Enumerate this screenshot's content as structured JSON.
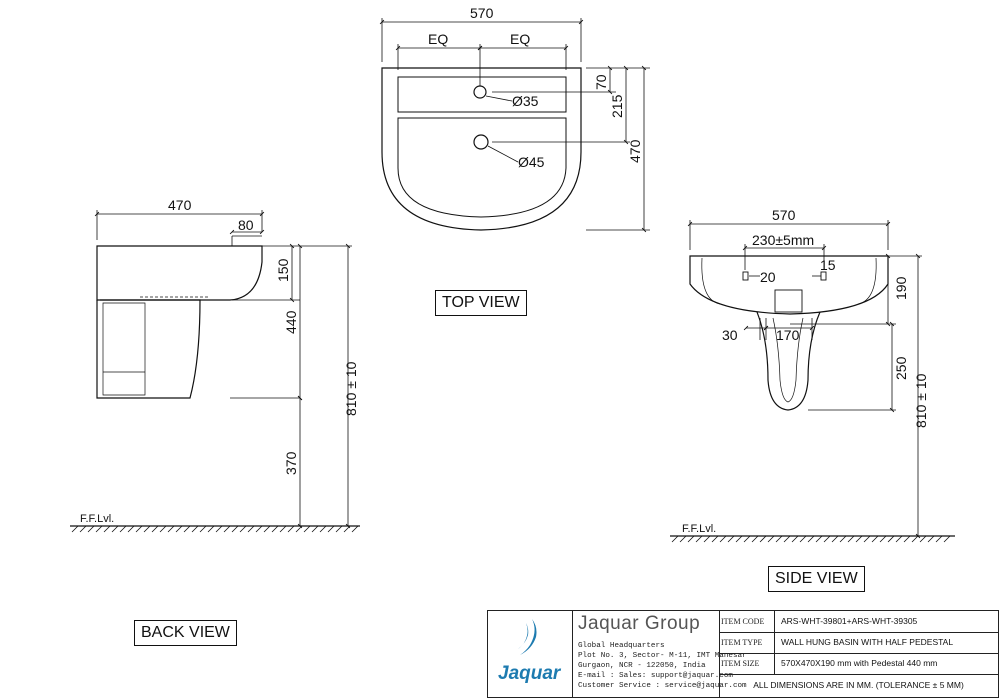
{
  "top_view": {
    "label": "TOP VIEW",
    "dims": {
      "width": "570",
      "eq_left": "EQ",
      "eq_right": "EQ",
      "depth": "470",
      "d70": "70",
      "d215": "215",
      "tap_hole": "Ø35",
      "waste_hole": "Ø45"
    }
  },
  "back_view": {
    "label": "BACK VIEW",
    "dims": {
      "depth": "470",
      "d80": "80",
      "d150": "150",
      "d440": "440",
      "d370": "370",
      "total_height": "810 ± 10"
    },
    "floor_level": "F.F.Lvl."
  },
  "side_view": {
    "label": "SIDE VIEW",
    "dims": {
      "width": "570",
      "bracket_spacing": "230±5mm",
      "d20": "20",
      "d15": "15",
      "d190": "190",
      "d30": "30",
      "d170": "170",
      "d250": "250",
      "total_height": "810 ± 10"
    },
    "floor_level": "F.F.Lvl."
  },
  "title_block": {
    "logo_text": "Jaquar",
    "company": "Jaquar Group",
    "address_lines": [
      "Global Headquarters",
      "Plot No. 3, Sector- M-11, IMT Manesar",
      "Gurgaon, NCR - 122050, India",
      "E-mail : Sales: support@jaquar.com",
      "Customer Service : service@jaquar.com"
    ],
    "rows": [
      {
        "key": "ITEM CODE",
        "value": "ARS-WHT-39801+ARS-WHT-39305"
      },
      {
        "key": "ITEM TYPE",
        "value": "WALL HUNG BASIN WITH HALF PEDESTAL"
      },
      {
        "key": "ITEM SIZE",
        "value": "570X470X190 mm with Pedestal 440 mm"
      }
    ],
    "footer": "ALL DIMENSIONS ARE IN MM. (TOLERANCE ± 5 MM)"
  },
  "colors": {
    "line": "#111111",
    "logo_blue": "#1d7bb0"
  }
}
